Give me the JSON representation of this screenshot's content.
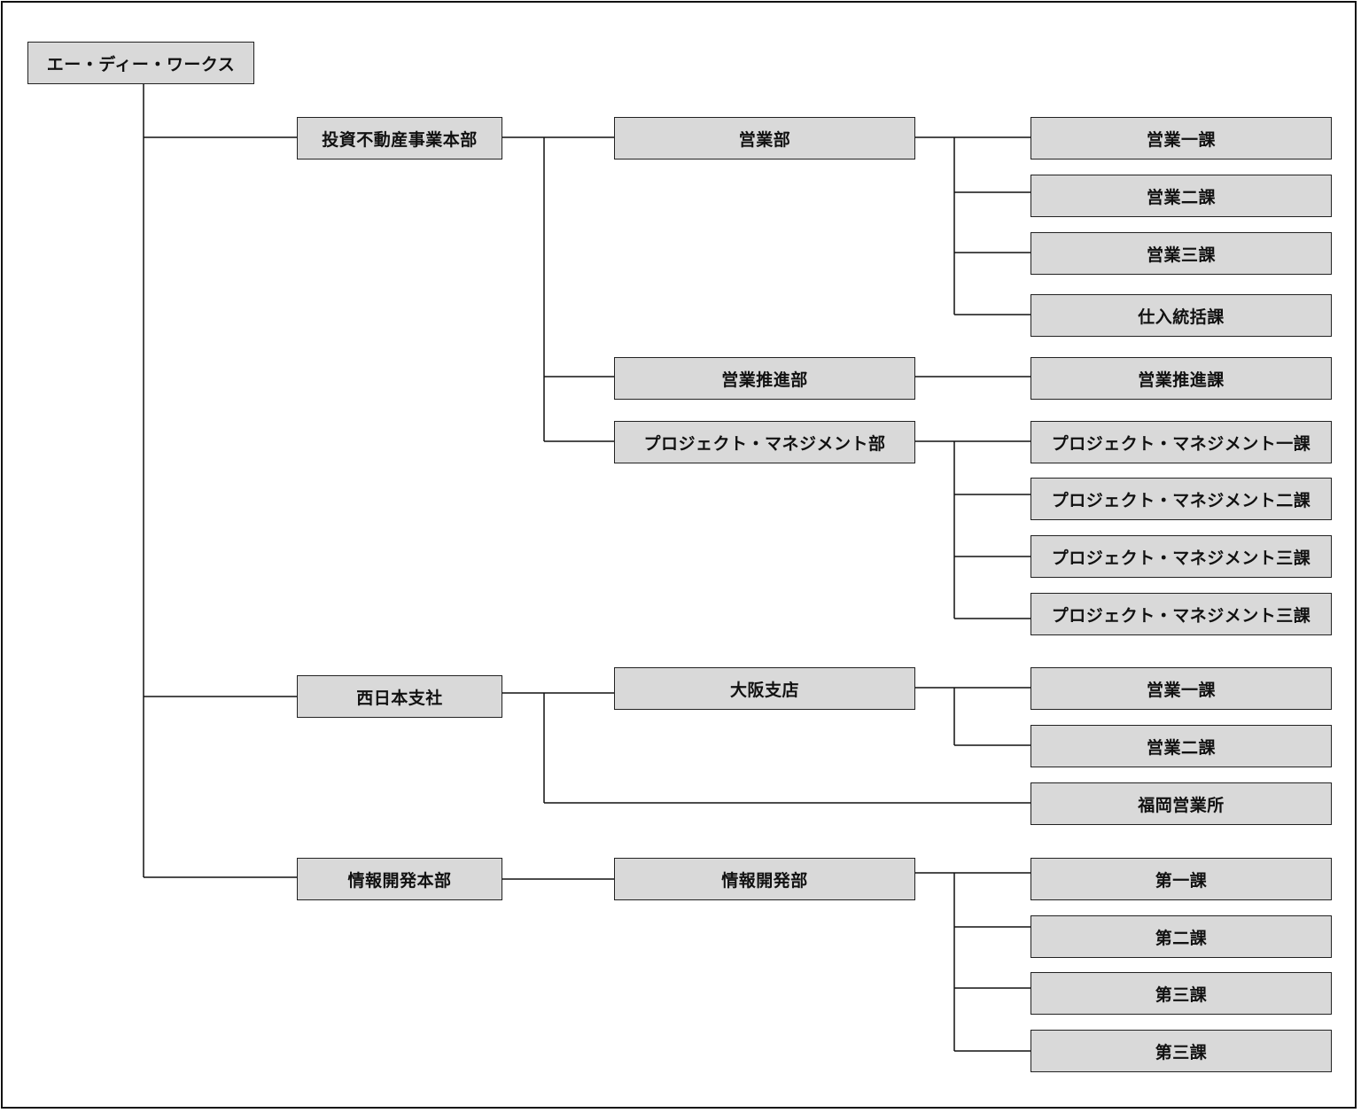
{
  "org_chart": {
    "root": "エー・ディー・ワークス",
    "investment_hq": {
      "label": "投資不動産事業本部",
      "sales_dept": {
        "label": "営業部",
        "sections": [
          "営業一課",
          "営業二課",
          "営業三課",
          "仕入統括課"
        ]
      },
      "sales_promo_dept": {
        "label": "営業推進部",
        "sections": [
          "営業推進課"
        ]
      },
      "pm_dept": {
        "label": "プロジェクト・マネジメント部",
        "sections": [
          "プロジェクト・マネジメント一課",
          "プロジェクト・マネジメント二課",
          "プロジェクト・マネジメント三課",
          "プロジェクト・マネジメント三課"
        ]
      }
    },
    "west_branch": {
      "label": "西日本支社",
      "osaka": {
        "label": "大阪支店",
        "sections": [
          "営業一課",
          "営業二課"
        ]
      },
      "fukuoka": "福岡営業所"
    },
    "info_hq": {
      "label": "情報開発本部",
      "info_dept": {
        "label": "情報開発部",
        "sections": [
          "第一課",
          "第二課",
          "第三課",
          "第三課"
        ]
      }
    }
  }
}
